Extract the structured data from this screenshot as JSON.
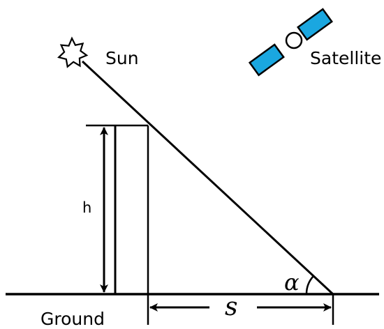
{
  "labels": {
    "sun": "Sun",
    "satellite": "Satellite",
    "ground": "Ground",
    "height": "h",
    "shadow": "s",
    "angle": "α"
  },
  "colors": {
    "line": "#000000",
    "satellite_panel": "#1aa7e0",
    "background": "#ffffff"
  },
  "icons": {
    "sun": "sun-icon",
    "satellite": "satellite-icon"
  }
}
